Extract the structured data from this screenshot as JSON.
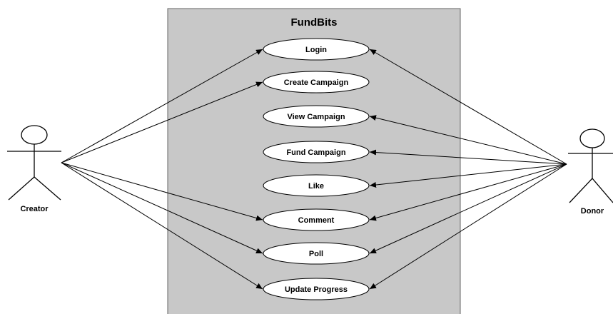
{
  "system": {
    "title": "FundBits"
  },
  "actors": {
    "creator": {
      "label": "Creator"
    },
    "donor": {
      "label": "Donor"
    }
  },
  "use_cases": [
    {
      "id": "login",
      "label": "Login"
    },
    {
      "id": "create-campaign",
      "label": "Create Campaign"
    },
    {
      "id": "view-campaign",
      "label": "View Campaign"
    },
    {
      "id": "fund-campaign",
      "label": "Fund Campaign"
    },
    {
      "id": "like",
      "label": "Like"
    },
    {
      "id": "comment",
      "label": "Comment"
    },
    {
      "id": "poll",
      "label": "Poll"
    },
    {
      "id": "update-progress",
      "label": "Update Progress"
    }
  ],
  "associations": {
    "creator": [
      "login",
      "create-campaign",
      "comment",
      "poll",
      "update-progress"
    ],
    "donor": [
      "login",
      "view-campaign",
      "fund-campaign",
      "like",
      "comment",
      "poll",
      "update-progress"
    ]
  },
  "colors": {
    "boundary_fill": "#c8c8c8",
    "line": "#000000",
    "use_case_fill": "#ffffff"
  }
}
